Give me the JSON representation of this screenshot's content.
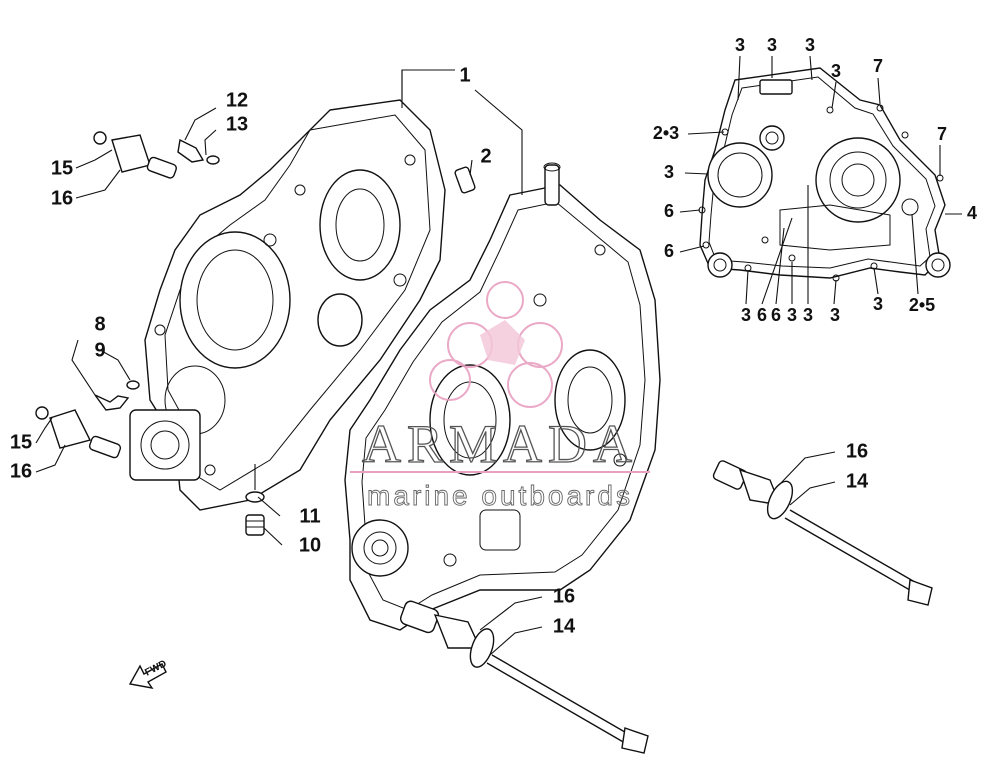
{
  "diagram": {
    "callouts": {
      "c1": "1",
      "c2": "2",
      "c8": "8",
      "c9": "9",
      "c10": "10",
      "c11": "11",
      "c12": "12",
      "c13": "13",
      "c15a": "15",
      "c16a": "16",
      "c15b": "15",
      "c16b": "16",
      "c16c": "16",
      "c14c": "14",
      "c16d": "16",
      "c14d": "14"
    },
    "inset_callouts": {
      "top": [
        "3",
        "3",
        "3",
        "3",
        "7"
      ],
      "left_23": "2•3",
      "left_3": "3",
      "left_6a": "6",
      "left_6b": "6",
      "right_7": "7",
      "right_4": "4",
      "bottom": [
        "3",
        "6",
        "6",
        "3",
        "3",
        "3",
        "3",
        "2•5"
      ]
    },
    "fwd_label": "FWD"
  },
  "watermark": {
    "brand": "ARMADA",
    "tagline": "marine outboards",
    "accent_color": "#e8a0c0"
  },
  "colors": {
    "line": "#111111",
    "background": "#ffffff"
  }
}
